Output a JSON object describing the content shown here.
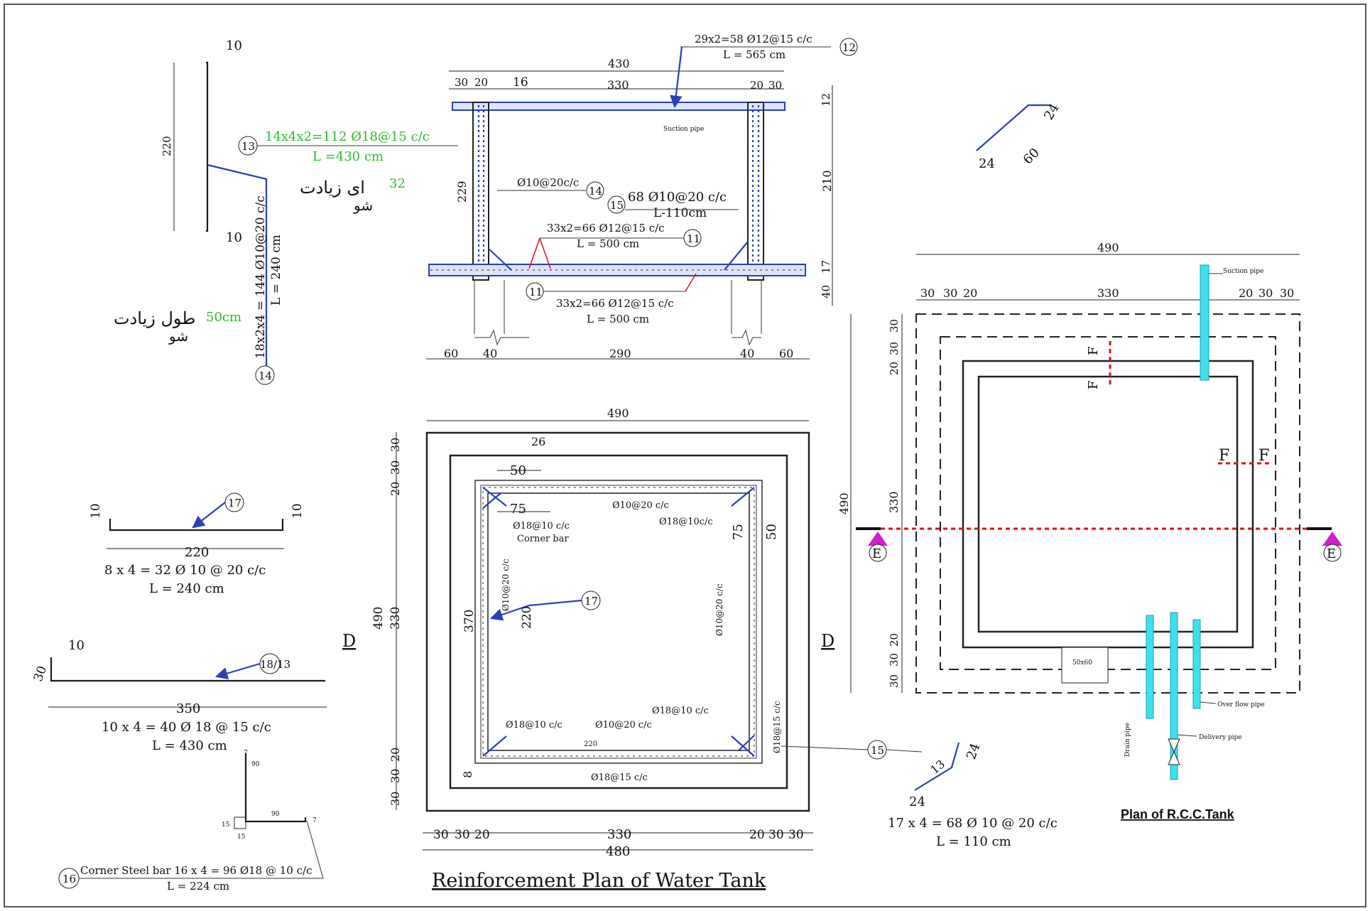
{
  "colors": {
    "blue_bar": "#2a3fb8",
    "green_note": "#2fb82f",
    "red_section": "#e01010",
    "pipe_cyan": "#3fe0ec",
    "section_marker": "#d020d0"
  },
  "titles": {
    "reinforcement_plan": "Reinforcement Plan of Water Tank",
    "rcc_plan": "Plan of  R.C.C.Tank"
  },
  "section_top": {
    "dim_430": "430",
    "dim_30a": "30",
    "dim_20a": "20",
    "dim_16": "16",
    "dim_330": "330",
    "dim_20b": "20",
    "dim_30b": "30",
    "note12_line1": "29x2=58 Ø12@15 c/c",
    "note12_line2": "L = 565 cm",
    "bubble12": "12",
    "suction_pipe": "Suction pipe",
    "dim_229": "229",
    "dim_12": "12",
    "dim_210": "210",
    "dim_17": "17",
    "dim_40": "40",
    "note14": "Ø10@20c/c",
    "bubble14": "14",
    "note15_line1": "68 Ø10@20 c/c",
    "note15_line2": "L-110cm",
    "bubble15": "15",
    "note11a_line1": "33x2=66 Ø12@15 c/c",
    "note11a_line2": "L = 500 cm",
    "bubble11a": "11",
    "note11b_line1": "33x2=66 Ø12@15 c/c",
    "note11b_line2": "L = 500 cm",
    "bubble11b": "11",
    "dim_60a": "60",
    "dim_40a": "40",
    "dim_290": "290",
    "dim_40b": "40",
    "dim_60b": "60"
  },
  "bar13": {
    "bubble": "13",
    "line1": "14x4x2=112 Ø18@15 c/c",
    "line2": "L =430 cm",
    "dim_top": "10",
    "dim_220": "220",
    "dim_bottom": "10",
    "urdu_add": "32",
    "urdu_text": "ای زیادت",
    "urdu_text2": "شو"
  },
  "bar14": {
    "line1": "18x2x4 = 144 Ø10@20 c/c",
    "line2": "L = 240 cm",
    "bubble": "14",
    "green_len": "50cm",
    "urdu_text": "طول زیادت",
    "urdu_text2": "شو"
  },
  "corner_top_right": {
    "dim_24a": "24",
    "dim_60": "60",
    "dim_24b": "24"
  },
  "bar17": {
    "bubble": "17",
    "dim_left": "10",
    "dim_right": "10",
    "dim_220": "220",
    "line1": "8 x 4 = 32 Ø 10 @ 20 c/c",
    "line2": "L = 240 cm"
  },
  "bar18": {
    "dim_30": "30",
    "dim_10": "10",
    "bubble": "18/13",
    "dim_350": "350",
    "line1": "10 x 4 = 40 Ø 18 @ 15 c/c",
    "line2": "L = 430 cm"
  },
  "bar16": {
    "d7a": "7",
    "d90a": "90",
    "d90b": "90",
    "d15a": "15",
    "d15b": "15",
    "d7b": "7",
    "bubble": "16",
    "line1": "Corner Steel bar 16 x 4 = 96 Ø18 @ 10 c/c",
    "line2": "L = 224 cm"
  },
  "plan_reinf": {
    "dim_490_top": "490",
    "dim_26": "26",
    "dim_50": "50",
    "dim_75": "75",
    "dim_75b": "75",
    "dim_50b": "50",
    "label_top1": "Ø10@20 c/c",
    "label_top2": "Ø18@10c/c",
    "label_top3": "Ø18@10 c/c",
    "corner_bar": "Corner bar",
    "bubble17": "17",
    "dim_370": "370",
    "dim_220": "220",
    "label_left_v": "Ø10@20 c/c",
    "label_right_v": "Ø10@20 c/c",
    "label_bot1": "Ø18@10 c/c",
    "label_bot2": "Ø10@20 c/c",
    "label_bot3": "Ø18@10 c/c",
    "label_bot4": "Ø18@15 c/c",
    "label_bot_220": "220",
    "label_right_v2": "Ø18@15 c/c",
    "dim_8": "8",
    "bubble15": "15",
    "dim_490_left": "490",
    "dim_330_left": "330",
    "lt30a": "30",
    "lt30b": "30",
    "lt20": "20",
    "lb20": "20",
    "lb30a": "30",
    "lb30b": "30",
    "section_D_left": "D",
    "section_D_right": "D",
    "bd30a": "30",
    "bd30b": "30",
    "bd20a": "20",
    "bd330": "330",
    "bd20b": "20",
    "bd30c": "30",
    "bd30d": "30",
    "dim_480": "480"
  },
  "bar15": {
    "d24a": "24",
    "d13": "13",
    "d24b": "24",
    "line1": "17 x 4 = 68 Ø 10 @ 20 c/c",
    "line2": "L = 110 cm"
  },
  "plan_rcc": {
    "dim_490_top": "490",
    "t30a": "30",
    "t30b": "30",
    "t20a": "20",
    "t330": "330",
    "t20b": "20",
    "t30c": "30",
    "t30d": "30",
    "suction_pipe": "Suction pipe",
    "dim_490_left": "490",
    "l30a": "30",
    "l30b": "30",
    "l20a": "20",
    "l330": "330",
    "l20b": "20",
    "l30c": "30",
    "l30d": "30",
    "section_F_top": "F",
    "section_F_top2": "F",
    "section_F_a": "F",
    "section_F_b": "F",
    "section_E_left": "E",
    "section_E_right": "E",
    "opening": "50x60",
    "overflow_pipe": "Over flow pipe",
    "drain_pipe": "Drain pipe",
    "delivery_pipe": "Delivery pipe"
  }
}
